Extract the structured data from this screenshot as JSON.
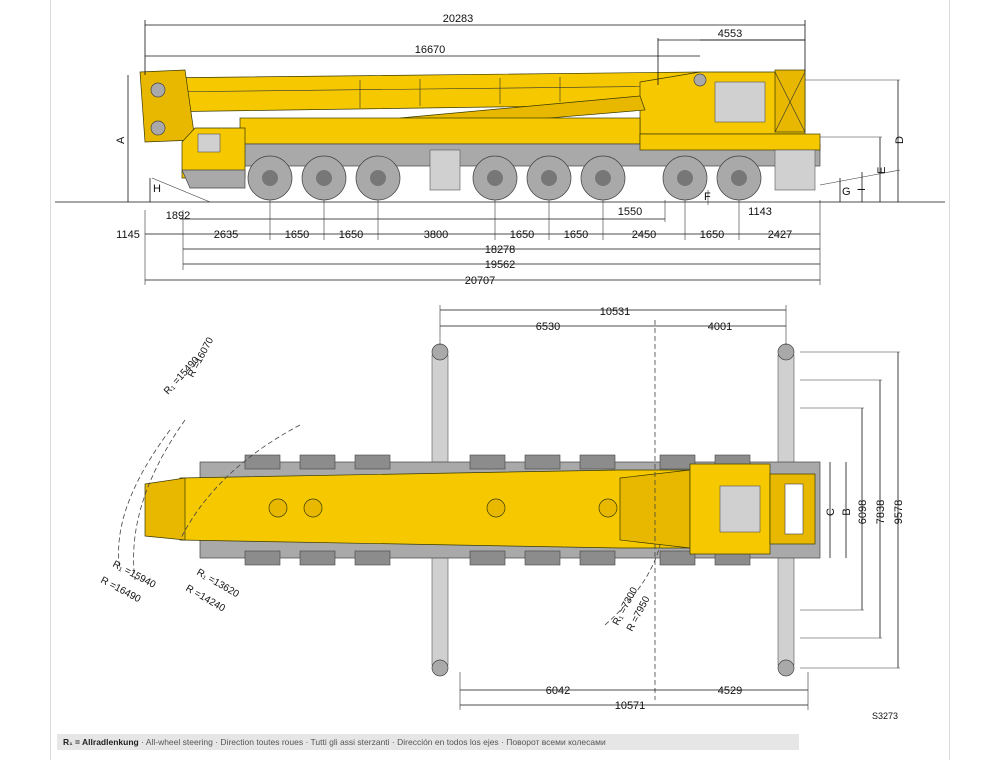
{
  "side_view": {
    "top_dims": [
      "20283",
      "16670",
      "4553"
    ],
    "axle_spacing_labels": [
      "1145",
      "2635",
      "1650",
      "1650",
      "3800",
      "1650",
      "1650",
      "2450",
      "1650",
      "2427"
    ],
    "bottom_dims": [
      "18278",
      "19562",
      "20707"
    ],
    "small_dims": [
      "1892",
      "1550",
      "1143"
    ],
    "letters": [
      "A",
      "H",
      "D",
      "E",
      "I",
      "G",
      "F"
    ]
  },
  "top_view": {
    "top_dims": [
      "10531",
      "6530",
      "4001"
    ],
    "bottom_dims": [
      "6042",
      "4529",
      "10571"
    ],
    "right_dims": [
      "6098",
      "7838",
      "9578"
    ],
    "right_letters": [
      "C",
      "B"
    ],
    "radius_labels": {
      "upper_outer": "R =16070",
      "upper_inner": "R₁ =15490",
      "lower_left_1": "R₁ =15940",
      "lower_left_2": "R =16490",
      "lower_mid_1": "R₁ =13620",
      "lower_mid_2": "R =14240",
      "center_1": "R₁ =7300",
      "center_2": "R =7950"
    }
  },
  "drawing_code": "S3273",
  "footer": {
    "prefix": "R₁ = Allradlenkung",
    "rest": " · All-wheel steering · Direction toutes roues · Tutti gli assi sterzanti · Dirección en todos los ejes · Поворот всеми колесами"
  }
}
